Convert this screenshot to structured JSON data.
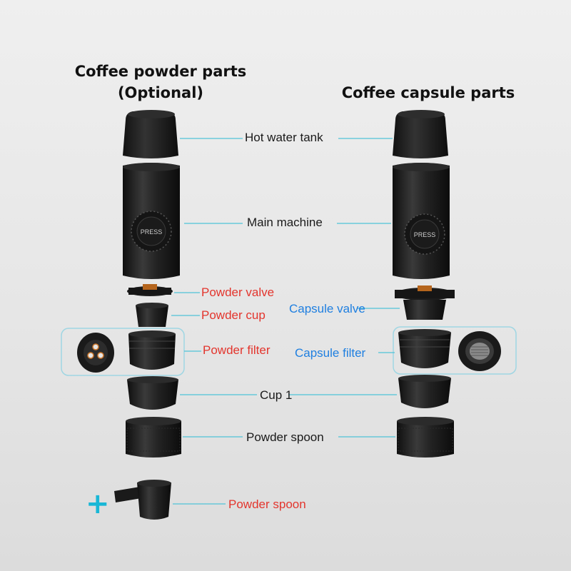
{
  "headings": {
    "left_line1": "Coffee powder parts",
    "left_line2": "(Optional)",
    "right": "Coffee capsule parts"
  },
  "labels": {
    "hot_water_tank": "Hot water tank",
    "main_machine": "Main machine",
    "powder_valve": "Powder valve",
    "powder_cup": "Powder cup",
    "capsule_valve": "Capsule valve",
    "powder_filter": "Powder filter",
    "capsule_filter": "Capsule filter",
    "cup_1": "Cup 1",
    "powder_spoon_base": "Powder spoon",
    "powder_spoon_extra": "Powder spoon"
  },
  "machine_button_text": "PRESS",
  "colors": {
    "accent_line": "#4fc3d8",
    "red_label": "#e3352d",
    "blue_label": "#1f7fe0",
    "part_body": "#1e1e1e"
  }
}
